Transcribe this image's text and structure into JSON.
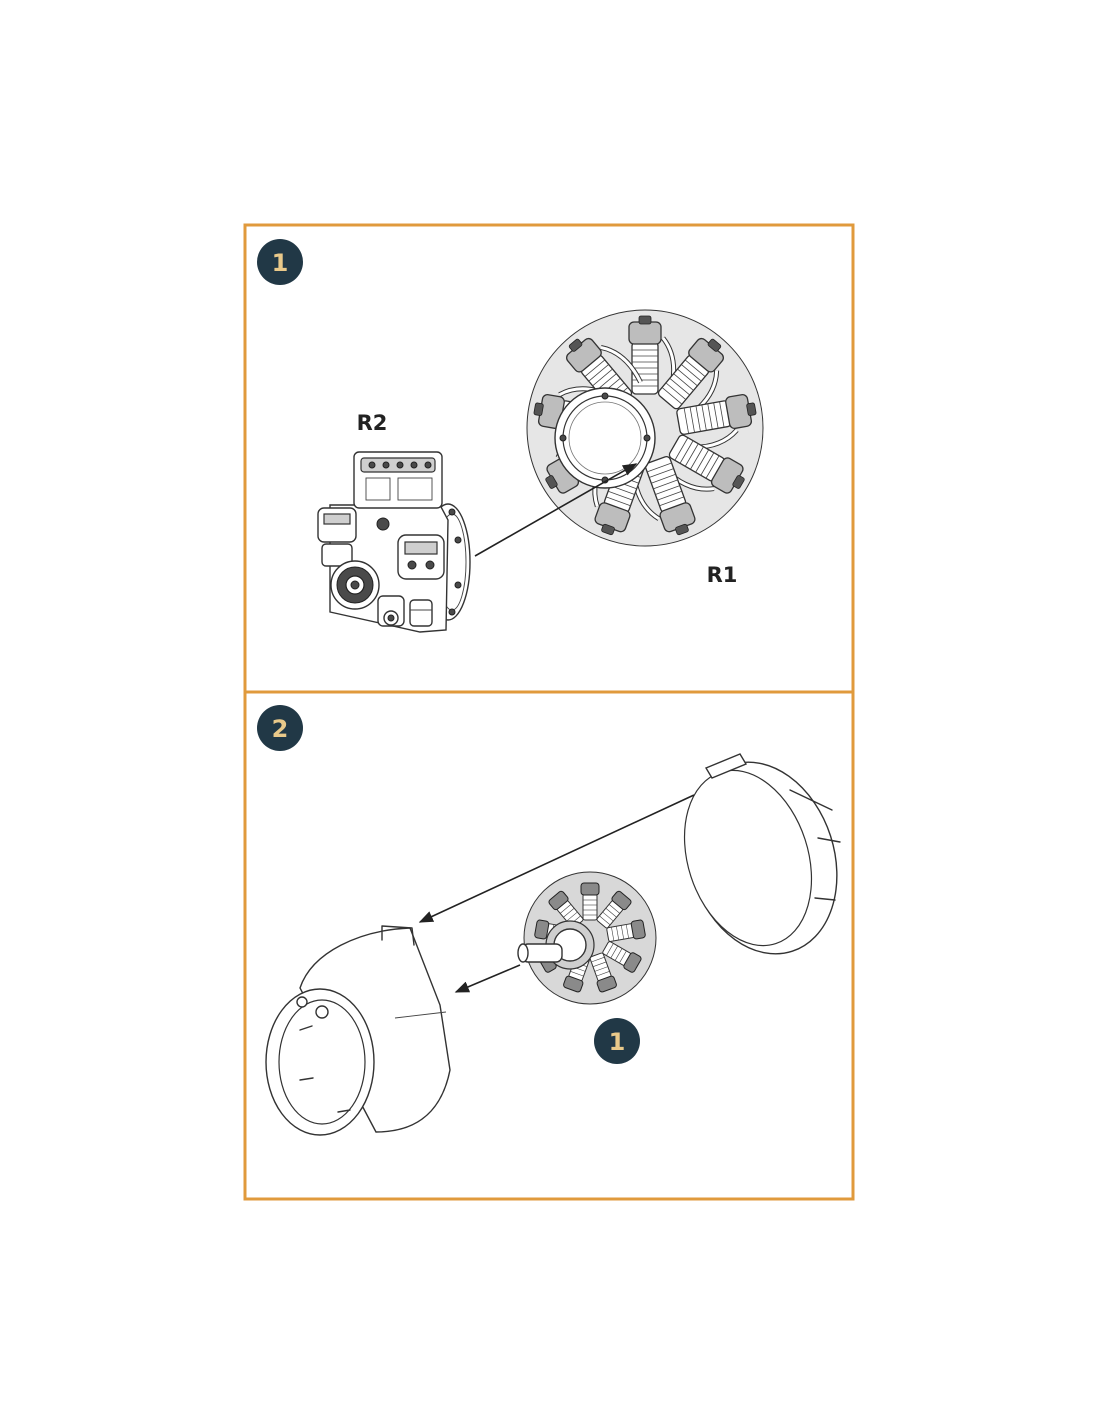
{
  "colors": {
    "frame": "#e09a3c",
    "badge": "#213846",
    "badge_text": "#e9c98a",
    "ink": "#333333"
  },
  "steps": [
    {
      "number": "1",
      "parts": [
        {
          "label": "R2"
        },
        {
          "label": "R1"
        }
      ]
    },
    {
      "number": "2",
      "subassembly": {
        "number": "1"
      }
    }
  ]
}
